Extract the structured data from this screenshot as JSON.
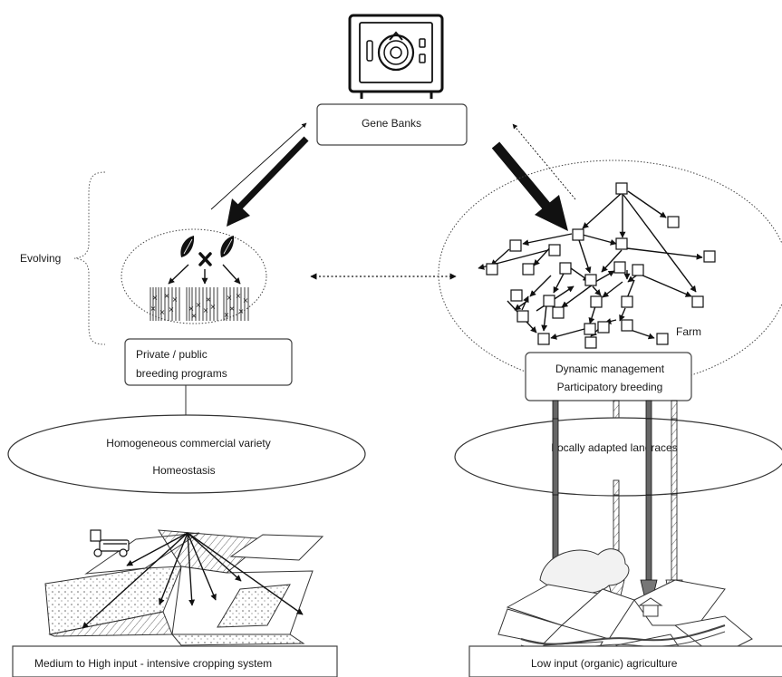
{
  "labels": {
    "gene_banks": "Gene Banks",
    "evolving": "Evolving",
    "private_public_line1": "Private / public",
    "private_public_line2": "breeding programs",
    "homogeneous_variety": "Homogeneous commercial variety",
    "homeostasis": "Homeostasis",
    "farm": "Farm",
    "dynamic_management": "Dynamic management",
    "participatory_breeding": "Participatory breeding",
    "locally_adapted": "Locally adapted landraces",
    "medium_high_input": "Medium to High input - intensive cropping system",
    "low_input": "Low input (organic) agriculture"
  },
  "icons": {
    "safe": "safe-icon",
    "leaf": "leaf-icon",
    "cross": "cross-icon",
    "tractor": "tractor-icon",
    "landscape": "landscape-icon"
  }
}
